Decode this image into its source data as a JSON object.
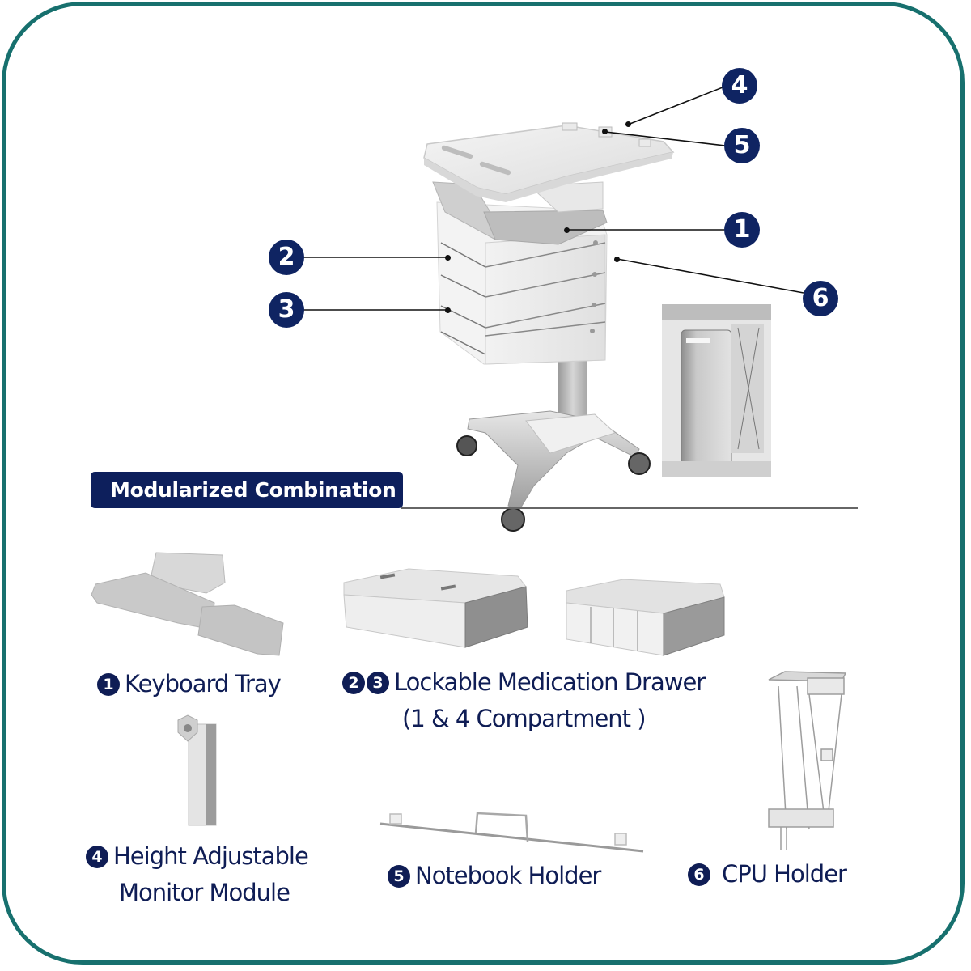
{
  "colors": {
    "frame_border": "#17706e",
    "badge_navy": "#0f2462",
    "banner_navy": "#0d1f5c",
    "caption_text": "#0f1d55"
  },
  "callouts": [
    {
      "number": "1",
      "target": "keyboard-tray"
    },
    {
      "number": "2",
      "target": "medication-drawer-upper"
    },
    {
      "number": "3",
      "target": "medication-drawer-lower"
    },
    {
      "number": "4",
      "target": "monitor-module"
    },
    {
      "number": "5",
      "target": "notebook-holder"
    },
    {
      "number": "6",
      "target": "cpu-holder"
    }
  ],
  "section": {
    "title": "Modularized Combination"
  },
  "components": [
    {
      "numbers": [
        "1"
      ],
      "label": "Keyboard Tray",
      "image": "keyboard-tray-image"
    },
    {
      "numbers": [
        "2",
        "3"
      ],
      "label": "Lockable Medication Drawer",
      "sublabel": "(1 & 4 Compartment )",
      "image": "medication-drawer-image"
    },
    {
      "numbers": [
        "4"
      ],
      "label": "Height Adjustable",
      "sublabel": "Monitor Module",
      "image": "monitor-module-image"
    },
    {
      "numbers": [
        "5"
      ],
      "label": "Notebook Holder",
      "image": "notebook-holder-image"
    },
    {
      "numbers": [
        "6"
      ],
      "label": "CPU Holder",
      "image": "cpu-holder-image"
    }
  ]
}
